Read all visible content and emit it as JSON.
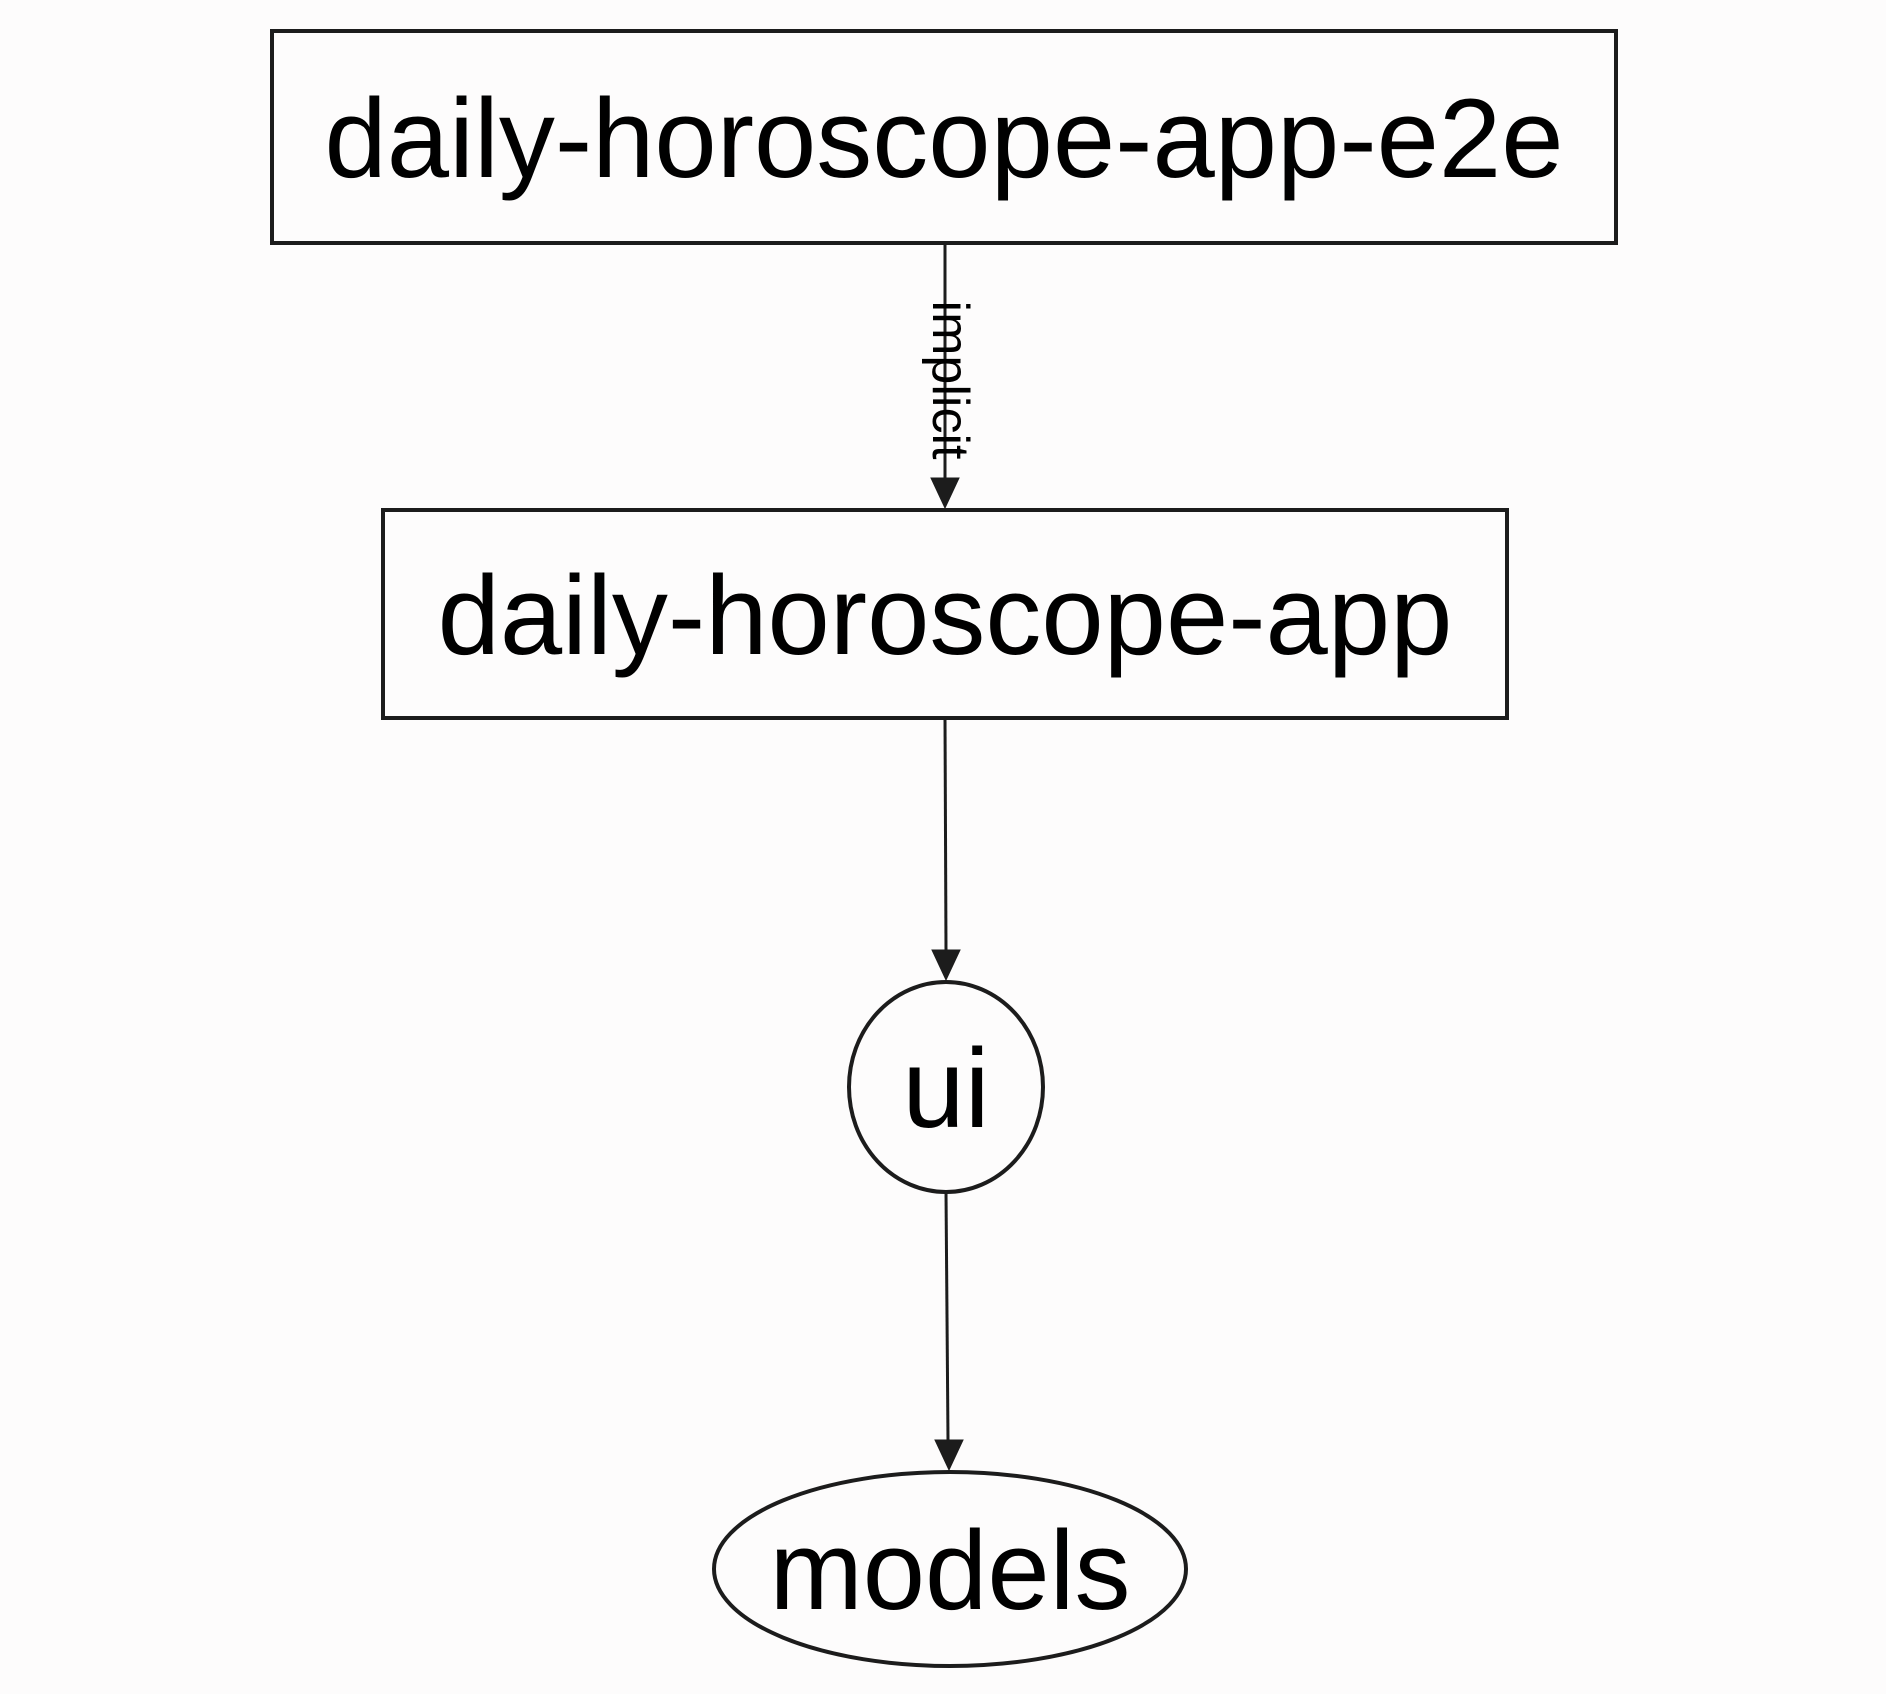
{
  "diagram": {
    "type": "dependency-graph",
    "background_color": "#fdfcfc",
    "stroke_color": "#1c1c1c",
    "text_color": "#000000",
    "nodes": [
      {
        "id": "daily-horoscope-app-e2e",
        "label": "daily-horoscope-app-e2e",
        "shape": "rectangle"
      },
      {
        "id": "daily-horoscope-app",
        "label": "daily-horoscope-app",
        "shape": "rectangle"
      },
      {
        "id": "ui",
        "label": "ui",
        "shape": "ellipse"
      },
      {
        "id": "models",
        "label": "models",
        "shape": "ellipse"
      }
    ],
    "edges": [
      {
        "from": "daily-horoscope-app-e2e",
        "to": "daily-horoscope-app",
        "label": "implicit"
      },
      {
        "from": "daily-horoscope-app",
        "to": "ui",
        "label": ""
      },
      {
        "from": "ui",
        "to": "models",
        "label": ""
      }
    ]
  }
}
